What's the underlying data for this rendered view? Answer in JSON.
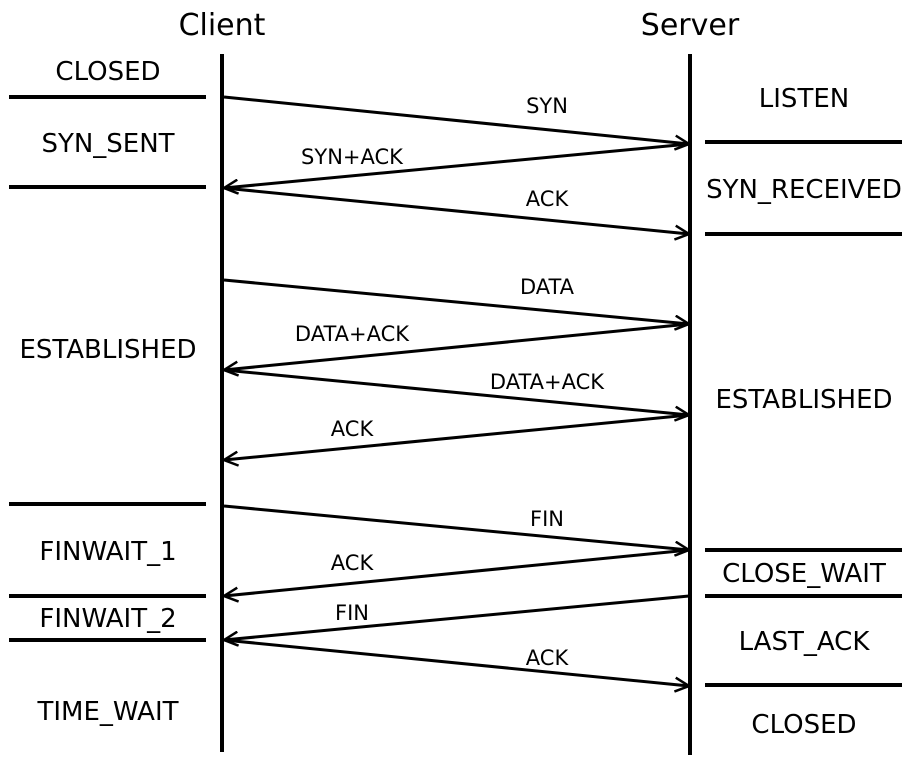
{
  "headers": {
    "client": "Client",
    "server": "Server"
  },
  "client_states": [
    "CLOSED",
    "SYN_SENT",
    "ESTABLISHED",
    "FINWAIT_1",
    "FINWAIT_2",
    "TIME_WAIT"
  ],
  "server_states": [
    "LISTEN",
    "SYN_RECEIVED",
    "ESTABLISHED",
    "CLOSE_WAIT",
    "LAST_ACK",
    "CLOSED"
  ],
  "messages": [
    {
      "label": "SYN",
      "from": "client",
      "to": "server"
    },
    {
      "label": "SYN+ACK",
      "from": "server",
      "to": "client"
    },
    {
      "label": "ACK",
      "from": "client",
      "to": "server"
    },
    {
      "label": "DATA",
      "from": "client",
      "to": "server"
    },
    {
      "label": "DATA+ACK",
      "from": "server",
      "to": "client"
    },
    {
      "label": "DATA+ACK",
      "from": "client",
      "to": "server"
    },
    {
      "label": "ACK",
      "from": "server",
      "to": "client"
    },
    {
      "label": "FIN",
      "from": "client",
      "to": "server"
    },
    {
      "label": "ACK",
      "from": "server",
      "to": "client"
    },
    {
      "label": "FIN",
      "from": "server",
      "to": "client"
    },
    {
      "label": "ACK",
      "from": "client",
      "to": "server"
    }
  ]
}
